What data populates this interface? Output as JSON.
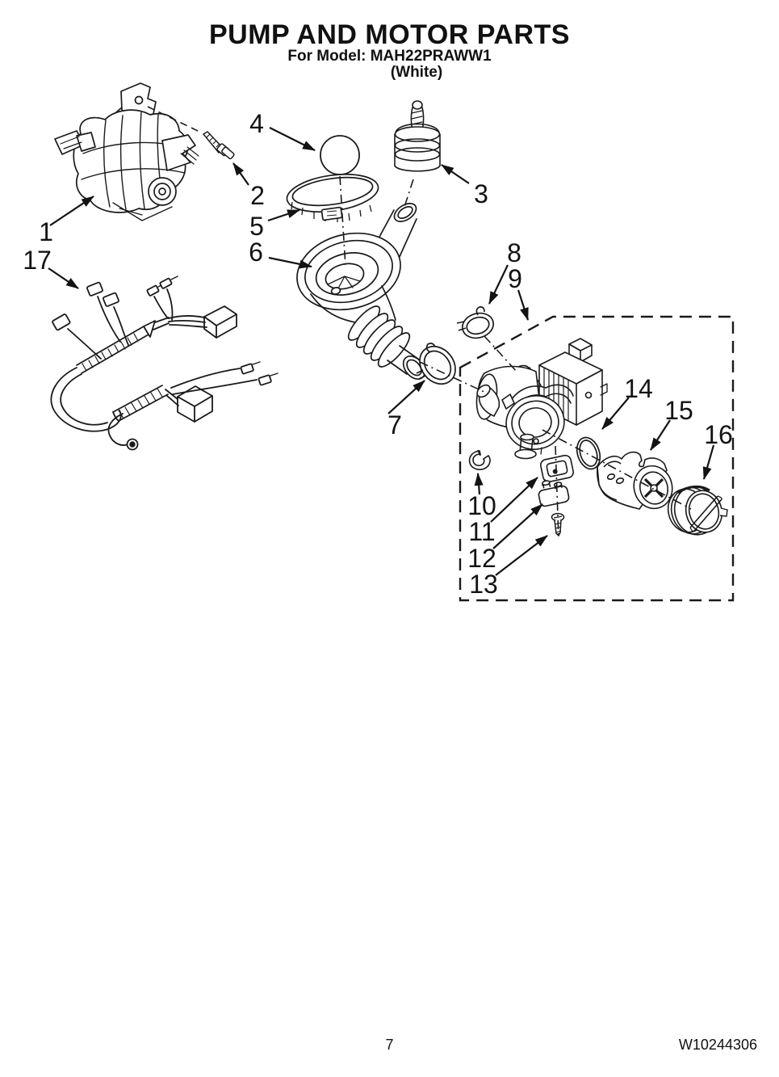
{
  "header": {
    "title": "PUMP AND MOTOR PARTS",
    "model_line": "For Model: MAH22PRAWW1",
    "color_line": "(White)"
  },
  "footer": {
    "page_number": "7",
    "document_number": "W10244306"
  },
  "callouts": {
    "c1": "1",
    "c2": "2",
    "c3": "3",
    "c4": "4",
    "c5": "5",
    "c6": "6",
    "c7": "7",
    "c8": "8",
    "c9": "9",
    "c10": "10",
    "c11": "11",
    "c12": "12",
    "c13": "13",
    "c14": "14",
    "c15": "15",
    "c16": "16",
    "c17": "17"
  }
}
